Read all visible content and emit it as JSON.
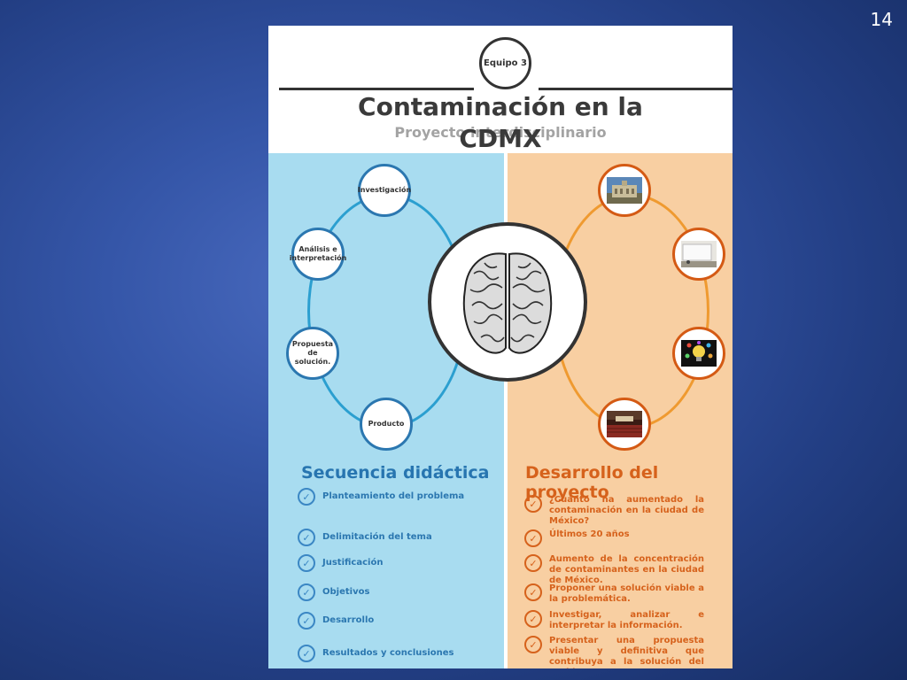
{
  "slide": {
    "number": "14"
  },
  "poster": {
    "team": "Equipo 3",
    "title_line1": "Contaminación en la",
    "title_line2": "CDMX",
    "subtitle": "Proyecto interdisciplinario",
    "left_nodes": [
      "Investigación",
      "Análisis e interpretación",
      "Propuesta de solución.",
      "Producto"
    ],
    "left_section": {
      "title": "Secuencia didáctica",
      "items": [
        "Planteamiento del problema",
        "Delimitación del tema",
        "Justificación",
        "Objetivos",
        "Desarrollo",
        "Resultados y conclusiones"
      ]
    },
    "right_section": {
      "title": "Desarrollo del proyecto",
      "items": [
        "¿Cuánto ha aumentado la contaminación en la ciudad de México?",
        "Últimos 20 años",
        "Aumento de la concentración de contaminantes en la ciudad de México.",
        "Proponer una solución viable a la problemática.",
        "Investigar, analizar e interpretar la información.",
        "Presentar una propuesta viable y definitiva que contribuya a la solución del problema"
      ]
    },
    "colors": {
      "left_panel": "#a8dcf0",
      "right_panel": "#f8cfa2",
      "blue_accent": "#2775b0",
      "orange_accent": "#d6621c"
    },
    "icons": [
      "brain-illustration",
      "building-photo-thumb",
      "whiteboard-photo-thumb",
      "lightbulb-icon",
      "auditorium-photo-thumb",
      "check-circle-icon"
    ]
  }
}
